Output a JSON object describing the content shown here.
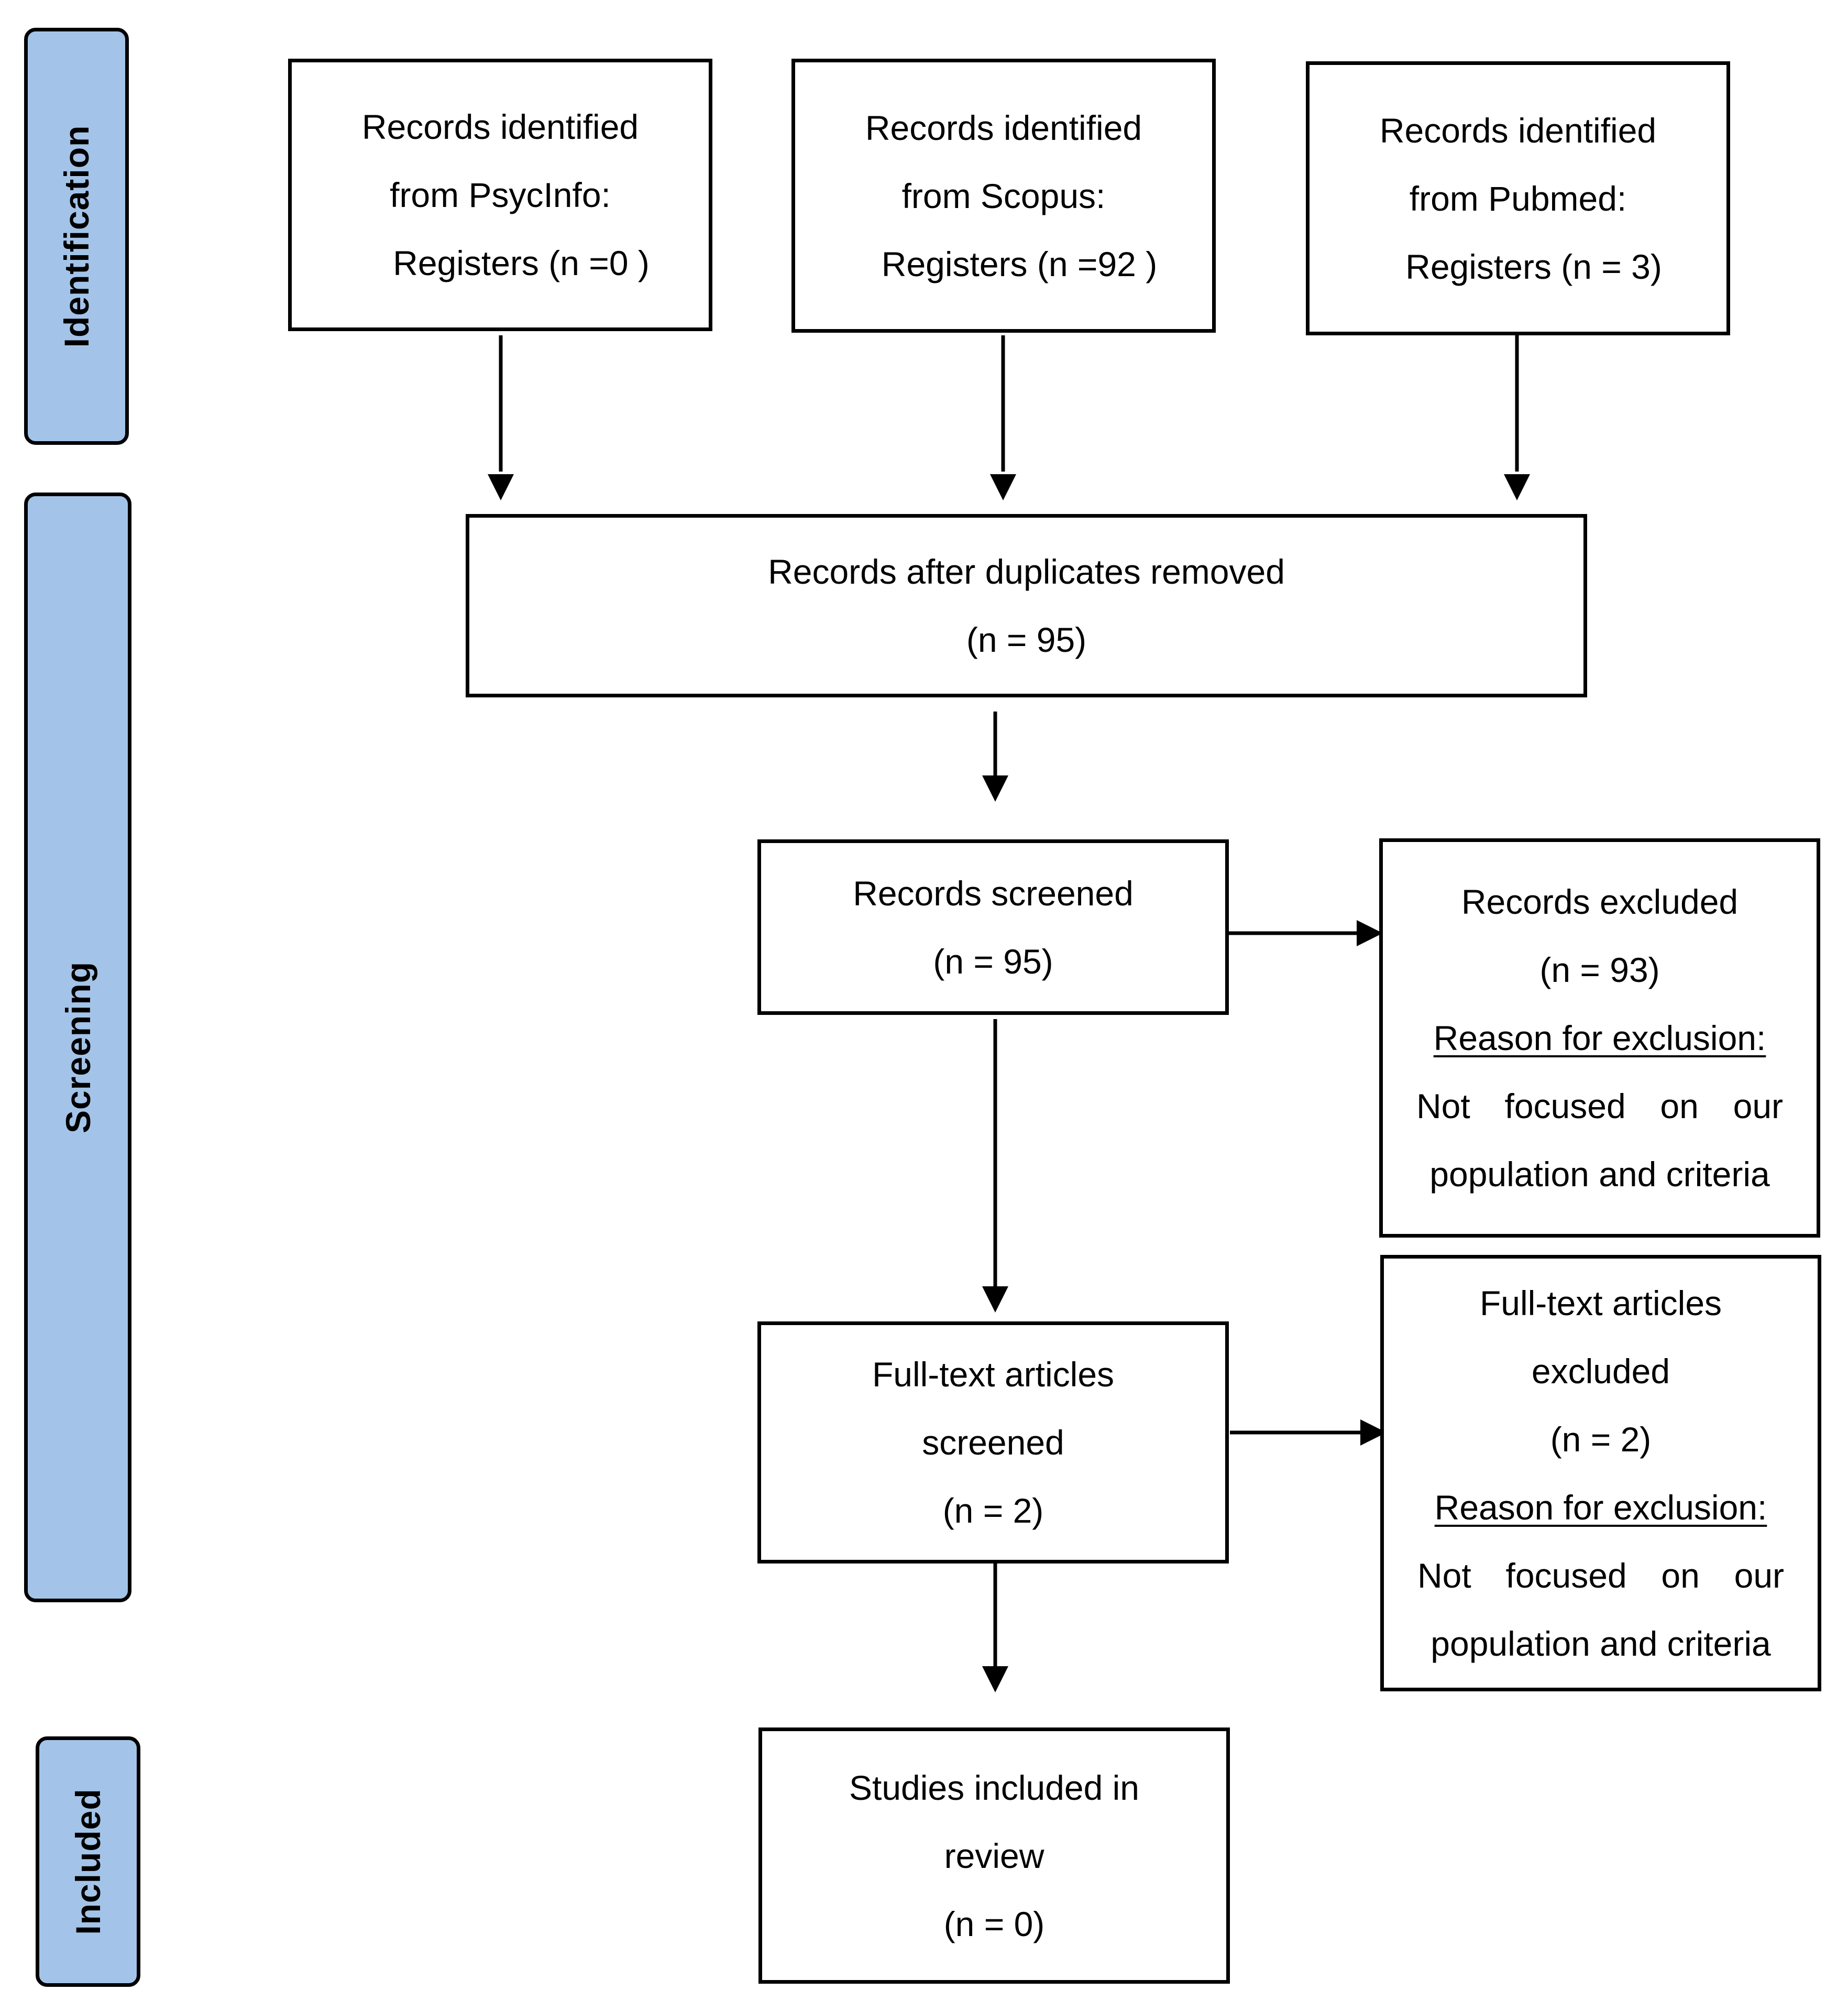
{
  "phases": {
    "identification": "Identification",
    "screening": "Screening",
    "included": "Included"
  },
  "boxes": {
    "psycinfo": {
      "line1": "Records identified",
      "line2": "from PsycInfo:",
      "line3": "Registers (n =0 )"
    },
    "scopus": {
      "line1": "Records identified",
      "line2": "from Scopus:",
      "line3": "Registers (n =92 )"
    },
    "pubmed": {
      "line1": "Records identified",
      "line2": "from Pubmed:",
      "line3": "Registers (n = 3)"
    },
    "duplicates_removed": {
      "line1": "Records after duplicates removed",
      "line2": "(n = 95)"
    },
    "records_screened": {
      "line1": "Records screened",
      "line2": "(n = 95)"
    },
    "records_excluded": {
      "line1": "Records excluded",
      "line2": "(n = 93)",
      "reason_heading": "Reason for exclusion:",
      "reason_words": [
        "Not",
        "focused",
        "on",
        "our"
      ],
      "reason_line2": "population and criteria"
    },
    "fulltext_screened": {
      "line1": "Full-text articles",
      "line2": "screened",
      "line3": "(n = 2)"
    },
    "fulltext_excluded": {
      "line1": "Full-text articles",
      "line2": "excluded",
      "line3": "(n = 2)",
      "reason_heading": "Reason for exclusion:",
      "reason_words": [
        "Not",
        "focused",
        "on",
        "our"
      ],
      "reason_line2": "population and criteria"
    },
    "included": {
      "line1": "Studies included in",
      "line2": "review",
      "line3": "(n = 0)"
    }
  }
}
